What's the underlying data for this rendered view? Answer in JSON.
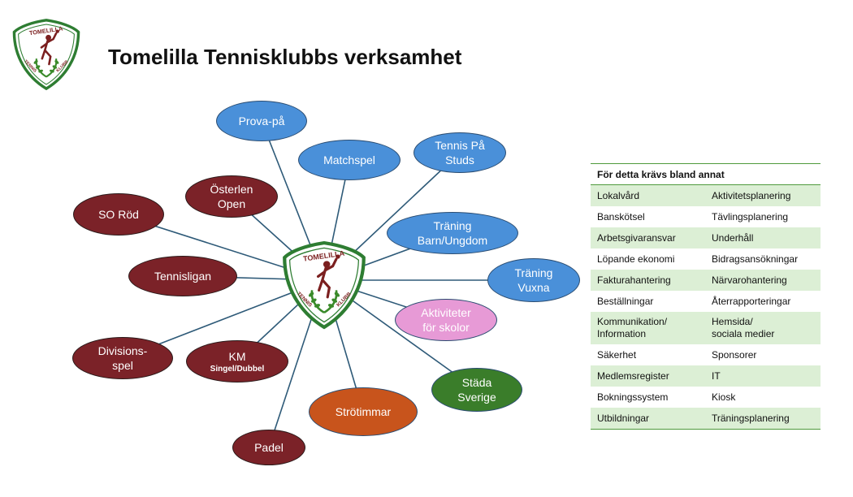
{
  "title": "Tomelilla Tennisklubbs verksamhet",
  "logo": {
    "top_text": "TOMELILLA",
    "bottom_text": "TENNIS KLUBB",
    "colors": {
      "border": "#2e7d32",
      "figure": "#7b1f1f",
      "laurel": "#3a8a2a"
    }
  },
  "nodes": [
    {
      "id": "prova-pa",
      "label": "Prova-på",
      "color": "blue"
    },
    {
      "id": "matchspel",
      "label": "Matchspel",
      "color": "blue"
    },
    {
      "id": "tennis-pa-studs",
      "label": "Tennis På\nStuds",
      "color": "blue"
    },
    {
      "id": "osterlen-open",
      "label": "Österlen\nOpen",
      "color": "maroon"
    },
    {
      "id": "so-rod",
      "label": "SO Röd",
      "color": "maroon"
    },
    {
      "id": "traning-barn",
      "label": "Träning\nBarn/Ungdom",
      "color": "blue"
    },
    {
      "id": "tennisligan",
      "label": "Tennisligan",
      "color": "maroon"
    },
    {
      "id": "traning-vuxna",
      "label": "Träning\nVuxna",
      "color": "blue"
    },
    {
      "id": "aktiviteter-skolor",
      "label": "Aktiviteter\nför skolor",
      "color": "pink"
    },
    {
      "id": "divisionsspel",
      "label": "Divisions-\nspel",
      "color": "maroon"
    },
    {
      "id": "km",
      "label": "KM",
      "sub": "Singel/Dubbel",
      "color": "maroon"
    },
    {
      "id": "stada-sverige",
      "label": "Städa\nSverige",
      "color": "green"
    },
    {
      "id": "strotimmar",
      "label": "Strötimmar",
      "color": "orange"
    },
    {
      "id": "padel",
      "label": "Padel",
      "color": "maroon"
    }
  ],
  "colors": {
    "blue": "#4a90d9",
    "maroon": "#7b2228",
    "pink": "#e79ad6",
    "orange": "#c8541c",
    "green": "#3a7d2a",
    "spoke": "#2e5a78",
    "table_rule": "#4f9a3c",
    "table_shade": "#dcefd5"
  },
  "table": {
    "header": "För detta krävs bland annat",
    "rows": [
      [
        "Lokalvård",
        "Aktivitetsplanering"
      ],
      [
        "Banskötsel",
        "Tävlingsplanering"
      ],
      [
        "Arbetsgivaransvar",
        "Underhåll"
      ],
      [
        "Löpande ekonomi",
        "Bidragsansökningar"
      ],
      [
        "Fakturahantering",
        "Närvarohantering"
      ],
      [
        "Beställningar",
        "Återrapporteringar"
      ],
      [
        "Kommunikation/\nInformation",
        "Hemsida/\nsociala medier"
      ],
      [
        "Säkerhet",
        "Sponsorer"
      ],
      [
        "Medlemsregister",
        "IT"
      ],
      [
        "Bokningssystem",
        "Kiosk"
      ],
      [
        "Utbildningar",
        "Träningsplanering"
      ]
    ]
  }
}
